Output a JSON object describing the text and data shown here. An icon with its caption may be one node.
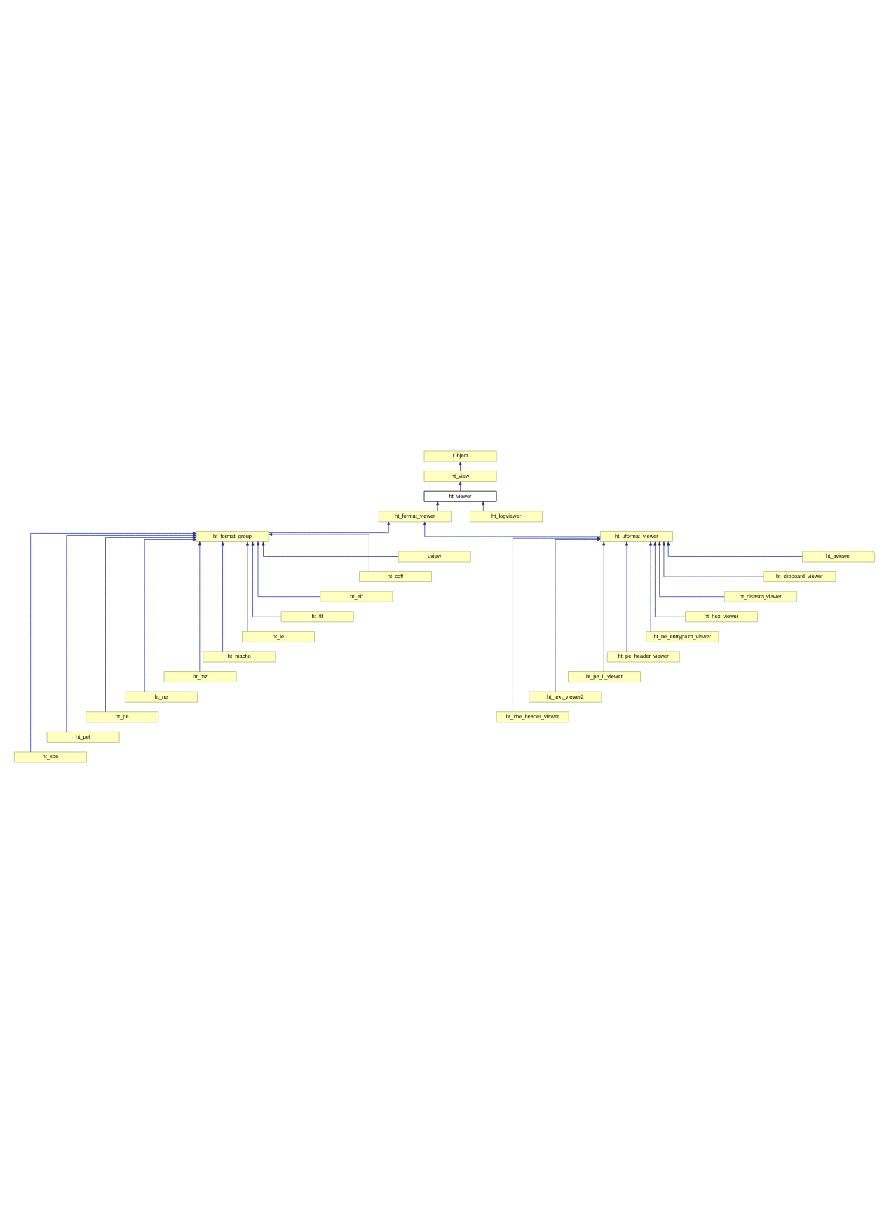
{
  "diagram": {
    "nodes": [
      {
        "text": [
          "Object"
        ]
      },
      {
        "text": [
          "ht_view"
        ]
      },
      {
        "text": [
          "ht_viewer"
        ]
      },
      {
        "text": [
          "ht_format_viewer"
        ]
      },
      {
        "text": [
          "ht_logviewer"
        ]
      },
      {
        "text": [
          "ht_format_group"
        ]
      },
      {
        "text": [
          "ht_uformat_viewer"
        ]
      },
      {
        "text": [
          "cview"
        ]
      },
      {
        "text": [
          "ht_coff"
        ]
      },
      {
        "text": [
          "ht_elf"
        ]
      },
      {
        "text": [
          "ht_flt"
        ]
      },
      {
        "text": [
          "ht_le"
        ]
      },
      {
        "text": [
          "ht_macho"
        ]
      },
      {
        "text": [
          "ht_mz"
        ]
      },
      {
        "text": [
          "ht_ne"
        ]
      },
      {
        "text": [
          "ht_pe"
        ]
      },
      {
        "text": [
          "ht_pef"
        ]
      },
      {
        "text": [
          "ht_xbe"
        ]
      },
      {
        "text": [
          "ht_aviewer"
        ]
      },
      {
        "text": [
          "ht_clipboard_viewer"
        ]
      },
      {
        "text": [
          "ht_disasm_viewer"
        ]
      },
      {
        "text": [
          "ht_hex_viewer"
        ]
      },
      {
        "text": [
          "ht_ne_entrypoint_viewer"
        ]
      },
      {
        "text": [
          "ht_pe_header_viewer"
        ]
      },
      {
        "text": [
          "ht_pe_il_viewer"
        ]
      },
      {
        "text": [
          "ht_text_viewer2"
        ]
      },
      {
        "text": [
          "ht_xbe_header_viewer"
        ]
      }
    ],
    "edges": [
      {
        "from": 1,
        "to": 0,
        "arrow": "to"
      },
      {
        "from": 2,
        "to": 1,
        "arrow": "to"
      },
      {
        "from": 3,
        "to": 2,
        "arrow": "to"
      },
      {
        "from": 4,
        "to": 2,
        "arrow": "to"
      },
      {
        "from": 5,
        "to": 3,
        "arrow": "to"
      },
      {
        "from": 6,
        "to": 3,
        "arrow": "to"
      },
      {
        "from": 7,
        "to": 5,
        "arrow": "to"
      },
      {
        "from": 8,
        "to": 5,
        "arrow": "to"
      },
      {
        "from": 9,
        "to": 5,
        "arrow": "to"
      },
      {
        "from": 10,
        "to": 5,
        "arrow": "to"
      },
      {
        "from": 11,
        "to": 5,
        "arrow": "to"
      },
      {
        "from": 12,
        "to": 5,
        "arrow": "to"
      },
      {
        "from": 13,
        "to": 5,
        "arrow": "to"
      },
      {
        "from": 14,
        "to": 5,
        "arrow": "to"
      },
      {
        "from": 15,
        "to": 5,
        "arrow": "to"
      },
      {
        "from": 16,
        "to": 5,
        "arrow": "to"
      },
      {
        "from": 17,
        "to": 5,
        "arrow": "to"
      },
      {
        "from": 18,
        "to": 6,
        "arrow": "to"
      },
      {
        "from": 19,
        "to": 6,
        "arrow": "to"
      },
      {
        "from": 20,
        "to": 6,
        "arrow": "to"
      },
      {
        "from": 21,
        "to": 6,
        "arrow": "to"
      },
      {
        "from": 22,
        "to": 6,
        "arrow": "to"
      },
      {
        "from": 23,
        "to": 6,
        "arrow": "to"
      },
      {
        "from": 24,
        "to": 6,
        "arrow": "to"
      },
      {
        "from": 25,
        "to": 6,
        "arrow": "to"
      },
      {
        "from": 26,
        "to": 6,
        "arrow": "to"
      }
    ]
  }
}
